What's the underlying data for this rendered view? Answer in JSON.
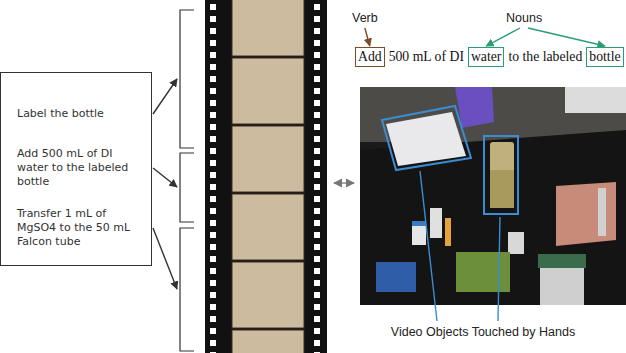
{
  "diagram": {
    "nodes": [
      {
        "text": [
          "Label the bottle",
          "Add 500 mL of DI water to the labeled bottle",
          "Transfer 1 mL of MgSO4 to the 50 mL Falcon tube"
        ]
      },
      {
        "text": [
          "Add"
        ]
      },
      {
        "text": [
          "water"
        ]
      },
      {
        "text": [
          "bottle"
        ]
      }
    ],
    "labels": [
      "Verb",
      "Nouns",
      "500 mL of DI",
      "to the labeled",
      "Video Objects Touched by Hands"
    ]
  }
}
